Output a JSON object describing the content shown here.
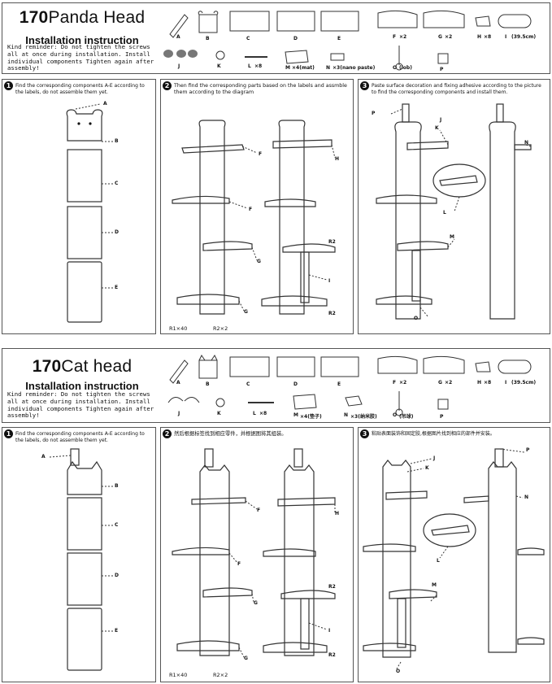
{
  "sheets": [
    {
      "title_num": "170",
      "title_name": "Panda Head",
      "subtitle": "Installation instruction",
      "reminder": "Kind reminder: Do not tighten the screws all at once during installation. Install individual components Tighten again after assembly!",
      "parts": {
        "a": "A",
        "b": "B",
        "c": "C",
        "d": "D",
        "e": "E",
        "f": "F",
        "fq": "×2",
        "g": "G",
        "gq": "×2",
        "h": "H",
        "hq": "×8",
        "i": "I",
        "iq": "(39.5cm)",
        "j": "J",
        "k": "K",
        "l": "L",
        "lq": "×8",
        "m": "M",
        "mq": "×4(mat)",
        "n": "N",
        "nq": "×3(nano paste)",
        "o": "O",
        "oq": "(lob)",
        "p": "P"
      },
      "step1": "Find the corresponding components A-E according to the labels, do not assemble them yet.",
      "step2": "Then find the corresponding parts based on the labels and assmble them according to the diagram",
      "step3": "Paste surface decoration and fixing adhesive according to the picture to find the corresponding components and install them.",
      "legend": {
        "r1": "R1×40",
        "r2": "R2×2"
      },
      "labels": {
        "a": "A",
        "b": "B",
        "c": "C",
        "d": "D",
        "e": "E",
        "f": "F",
        "g": "G",
        "h": "H",
        "i": "I",
        "j": "J",
        "k": "K",
        "l": "L",
        "m": "M",
        "n": "N",
        "o": "O",
        "p": "P",
        "r2": "R2"
      }
    },
    {
      "title_num": "170",
      "title_name": "Cat head",
      "subtitle": "Installation instruction",
      "reminder": "Kind reminder: Do not tighten the screws all at once during installation. Install individual components Tighten again after assembly!",
      "parts": {
        "a": "A",
        "b": "B",
        "c": "C",
        "d": "D",
        "e": "E",
        "f": "F",
        "fq": "×2",
        "g": "G",
        "gq": "×2",
        "h": "H",
        "hq": "×8",
        "i": "I",
        "iq": "(39.5cm)",
        "j": "J",
        "k": "K",
        "l": "L",
        "lq": "×8",
        "m": "M",
        "mq": "×4(垫子)",
        "n": "N",
        "nq": "×3(纳米胶)",
        "o": "O",
        "oq": "(吊球)",
        "p": "P"
      },
      "step1": "Find the corresponding components A-E according to the labels, do not assemble them yet.",
      "step2": "然后根据标签找到相应零件，并根据图将其组装。",
      "step3": "粘贴表面装饰和固定胶,根据图片找到相应的部件并安装。",
      "legend": {
        "r1": "R1×40",
        "r2": "R2×2"
      },
      "labels": {
        "a": "A",
        "b": "B",
        "c": "C",
        "d": "D",
        "e": "E",
        "f": "F",
        "g": "G",
        "h": "H",
        "i": "I",
        "j": "J",
        "k": "K",
        "l": "L",
        "m": "M",
        "n": "N",
        "o": "O",
        "p": "P",
        "r2": "R2"
      }
    }
  ],
  "numbers": {
    "one": "1",
    "two": "2",
    "three": "3"
  }
}
